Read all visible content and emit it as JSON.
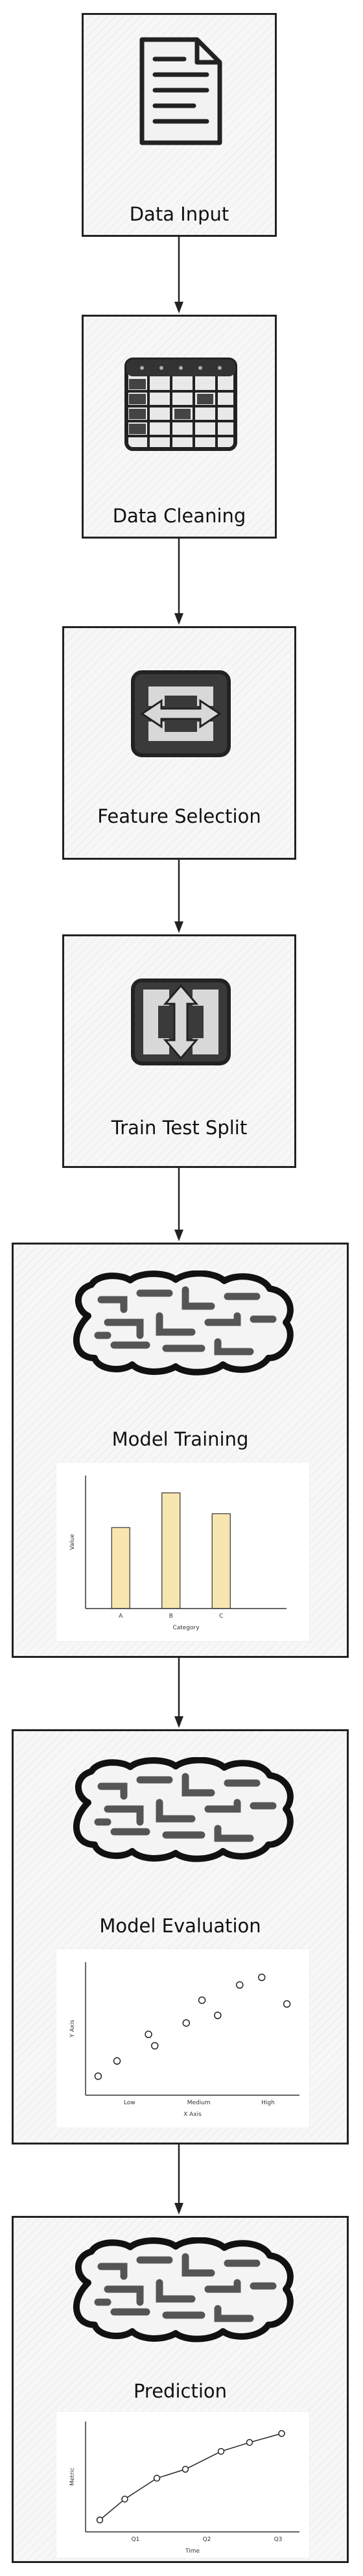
{
  "steps": [
    {
      "id": "data-input",
      "label": "Data Input",
      "icon": "document-icon"
    },
    {
      "id": "data-cleaning",
      "label": "Data Cleaning",
      "icon": "table-icon"
    },
    {
      "id": "feature-selection",
      "label": "Feature Selection",
      "icon": "horizontal-arrows-icon"
    },
    {
      "id": "train-test-split",
      "label": "Train Test Split",
      "icon": "vertical-arrows-icon"
    },
    {
      "id": "model-training",
      "label": "Model Training",
      "icon": "brain-icon"
    },
    {
      "id": "model-evaluation",
      "label": "Model Evaluation",
      "icon": "brain-icon"
    },
    {
      "id": "prediction",
      "label": "Prediction",
      "icon": "brain-icon"
    }
  ],
  "chart_data": [
    {
      "type": "bar",
      "categories": [
        "A",
        "B",
        "C"
      ],
      "values": [
        0.7,
        1.0,
        0.82
      ],
      "xlabel": "Category",
      "ylabel": "Value",
      "ylim": [
        0,
        1.15
      ],
      "color": "#f7e6b0"
    },
    {
      "type": "scatter",
      "x_ticks": [
        "Low",
        "Medium",
        "High"
      ],
      "x": [
        0.2,
        0.5,
        1.0,
        1.1,
        1.6,
        1.85,
        2.1,
        2.45,
        2.8,
        3.2
      ],
      "y": [
        0.25,
        0.45,
        0.8,
        0.65,
        0.95,
        1.25,
        1.05,
        1.45,
        1.55,
        1.2
      ],
      "xlabel": "X Axis",
      "ylabel": "Y Axis",
      "xlim": [
        0,
        3.4
      ],
      "ylim": [
        0,
        1.75
      ]
    },
    {
      "type": "line",
      "x_ticks": [
        "Q1",
        "Q2",
        "Q3"
      ],
      "x": [
        0.2,
        0.55,
        1.0,
        1.4,
        1.9,
        2.3,
        2.75
      ],
      "y": [
        0.2,
        0.55,
        0.9,
        1.05,
        1.35,
        1.5,
        1.65
      ],
      "xlabel": "Time",
      "ylabel": "Metric",
      "xlim": [
        0,
        3.0
      ],
      "ylim": [
        0,
        1.85
      ]
    }
  ]
}
